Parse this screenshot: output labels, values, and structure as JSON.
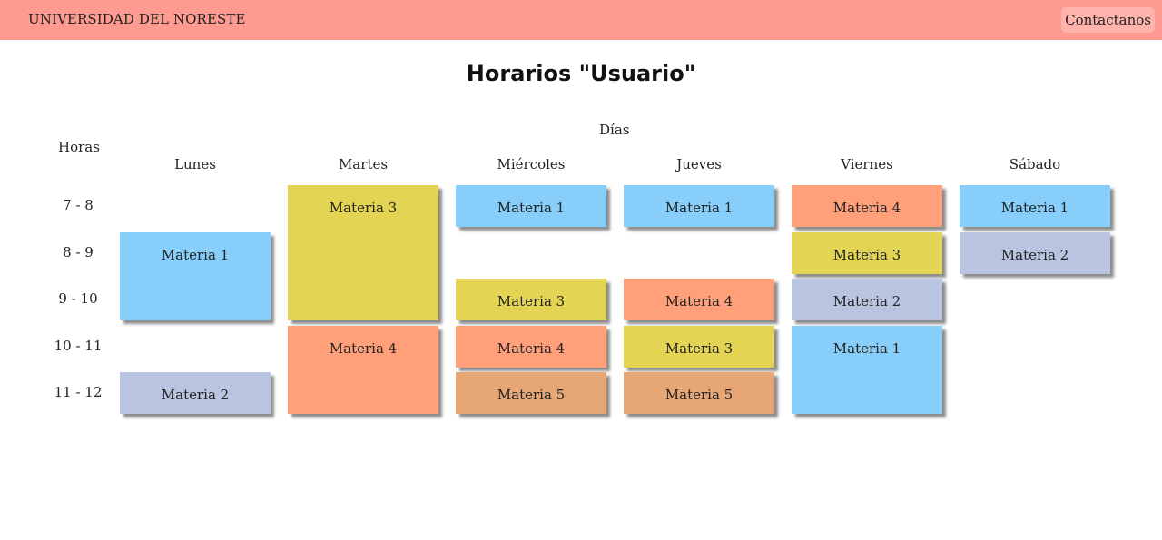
{
  "header": {
    "brand": "UNIVERSIDAD DEL NORESTE",
    "contact_label": "Contactanos"
  },
  "page_title": "Horarios \"Usuario\"",
  "captions": {
    "days": "Días",
    "hours": "Horas"
  },
  "colors": {
    "header_bg": "#ff9a90",
    "contact_bg": "#ffb3ac",
    "materia_1": "#87cefa",
    "materia_2": "#b8c4e0",
    "materia_3": "#e3d553",
    "materia_4": "#ffa07a",
    "materia_5": "#e6a675"
  },
  "days": [
    "Lunes",
    "Martes",
    "Miércoles",
    "Jueves",
    "Viernes",
    "Sábado"
  ],
  "hours": [
    "7 - 8",
    "8 - 9",
    "9 - 10",
    "10 - 11",
    "11 - 12"
  ],
  "schedule": [
    {
      "day": "Lunes",
      "start": "8 - 9",
      "end": "9 - 10",
      "subject": "Materia 1"
    },
    {
      "day": "Lunes",
      "start": "11 - 12",
      "end": "11 - 12",
      "subject": "Materia 2"
    },
    {
      "day": "Martes",
      "start": "7 - 8",
      "end": "9 - 10",
      "subject": "Materia 3"
    },
    {
      "day": "Martes",
      "start": "10 - 11",
      "end": "11 - 12",
      "subject": "Materia 4"
    },
    {
      "day": "Miércoles",
      "start": "7 - 8",
      "end": "7 - 8",
      "subject": "Materia 1"
    },
    {
      "day": "Miércoles",
      "start": "9 - 10",
      "end": "9 - 10",
      "subject": "Materia 3"
    },
    {
      "day": "Miércoles",
      "start": "10 - 11",
      "end": "10 - 11",
      "subject": "Materia 4"
    },
    {
      "day": "Miércoles",
      "start": "11 - 12",
      "end": "11 - 12",
      "subject": "Materia 5"
    },
    {
      "day": "Jueves",
      "start": "7 - 8",
      "end": "7 - 8",
      "subject": "Materia 1"
    },
    {
      "day": "Jueves",
      "start": "9 - 10",
      "end": "9 - 10",
      "subject": "Materia 4"
    },
    {
      "day": "Jueves",
      "start": "10 - 11",
      "end": "10 - 11",
      "subject": "Materia 3"
    },
    {
      "day": "Jueves",
      "start": "11 - 12",
      "end": "11 - 12",
      "subject": "Materia 5"
    },
    {
      "day": "Viernes",
      "start": "7 - 8",
      "end": "7 - 8",
      "subject": "Materia 4"
    },
    {
      "day": "Viernes",
      "start": "8 - 9",
      "end": "8 - 9",
      "subject": "Materia 3"
    },
    {
      "day": "Viernes",
      "start": "9 - 10",
      "end": "9 - 10",
      "subject": "Materia 2"
    },
    {
      "day": "Viernes",
      "start": "10 - 11",
      "end": "11 - 12",
      "subject": "Materia 1"
    },
    {
      "day": "Sábado",
      "start": "7 - 8",
      "end": "7 - 8",
      "subject": "Materia 1"
    },
    {
      "day": "Sábado",
      "start": "8 - 9",
      "end": "8 - 9",
      "subject": "Materia 2"
    }
  ]
}
